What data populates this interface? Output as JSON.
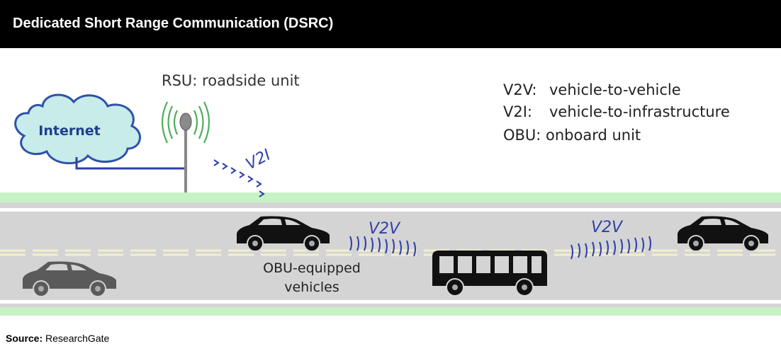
{
  "header": {
    "title": "Dedicated Short Range Communication (DSRC)"
  },
  "diagram": {
    "internet_label": "Internet",
    "rsu_label": "RSU: roadside unit",
    "v2i_label": "V2I",
    "v2v_label_left": "V2V",
    "v2v_label_right": "V2V",
    "obu_label_line1": "OBU-equipped",
    "obu_label_line2": "vehicles",
    "legend": [
      {
        "abbr": "V2V:",
        "meaning": "vehicle-to-vehicle"
      },
      {
        "abbr": "V2I:",
        "meaning": "vehicle-to-infrastructure"
      },
      {
        "abbr": "OBU:",
        "meaning": "onboard unit"
      }
    ]
  },
  "footer": {
    "source_label": "Source:",
    "source_value": "ResearchGate"
  }
}
